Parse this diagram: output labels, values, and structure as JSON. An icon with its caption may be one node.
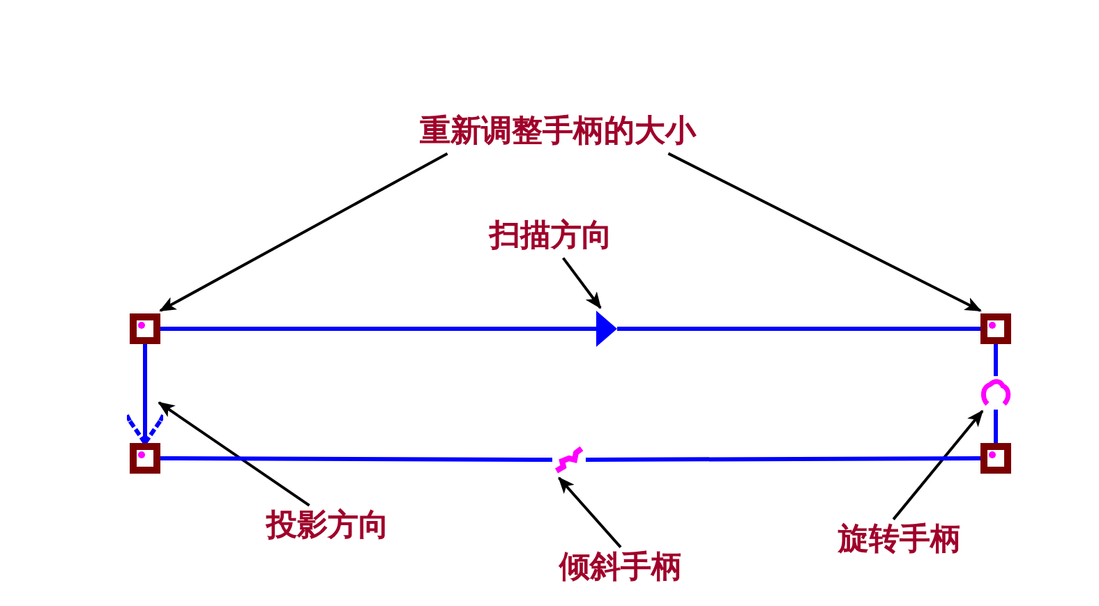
{
  "diagram": {
    "nodes": [
      {
        "text": [
          "重新调整手柄的大小"
        ]
      },
      {
        "text": [
          "扫描方向"
        ]
      },
      {
        "text": [
          "投影方向"
        ]
      },
      {
        "text": [
          "倾斜手柄"
        ]
      },
      {
        "text": [
          "旋转手柄"
        ]
      },
      {
        "text": [],
        "shape": "box"
      },
      {
        "text": [],
        "shape": "box"
      },
      {
        "text": [],
        "shape": "box"
      },
      {
        "text": [],
        "shape": "box"
      },
      {
        "text": [],
        "shape": "handle"
      },
      {
        "text": [],
        "shape": "handle"
      },
      {
        "text": [],
        "shape": "triangle"
      }
    ],
    "edges": [
      {
        "from": 0,
        "to": 5,
        "arrow": "to",
        "color": "#000000"
      },
      {
        "from": 0,
        "to": 6,
        "arrow": "to",
        "color": "#000000"
      },
      {
        "from": 1,
        "to": 11,
        "arrow": "to",
        "color": "#000000"
      },
      {
        "from": 2,
        "to": null,
        "arrow": "to",
        "color": "#000000"
      },
      {
        "from": 3,
        "to": 9,
        "arrow": "to",
        "color": "#000000"
      },
      {
        "from": 4,
        "to": 10,
        "arrow": "to",
        "color": "#000000"
      },
      {
        "from": 5,
        "to": 11,
        "arrow": "none"
      },
      {
        "from": 11,
        "to": 6,
        "arrow": "none"
      },
      {
        "from": 5,
        "to": 7,
        "arrow": "to"
      },
      {
        "from": 7,
        "to": 9,
        "arrow": "none"
      },
      {
        "from": 9,
        "to": 8,
        "arrow": "none"
      },
      {
        "from": 6,
        "to": 10,
        "arrow": "none"
      },
      {
        "from": 10,
        "to": 8,
        "arrow": "none"
      }
    ]
  }
}
